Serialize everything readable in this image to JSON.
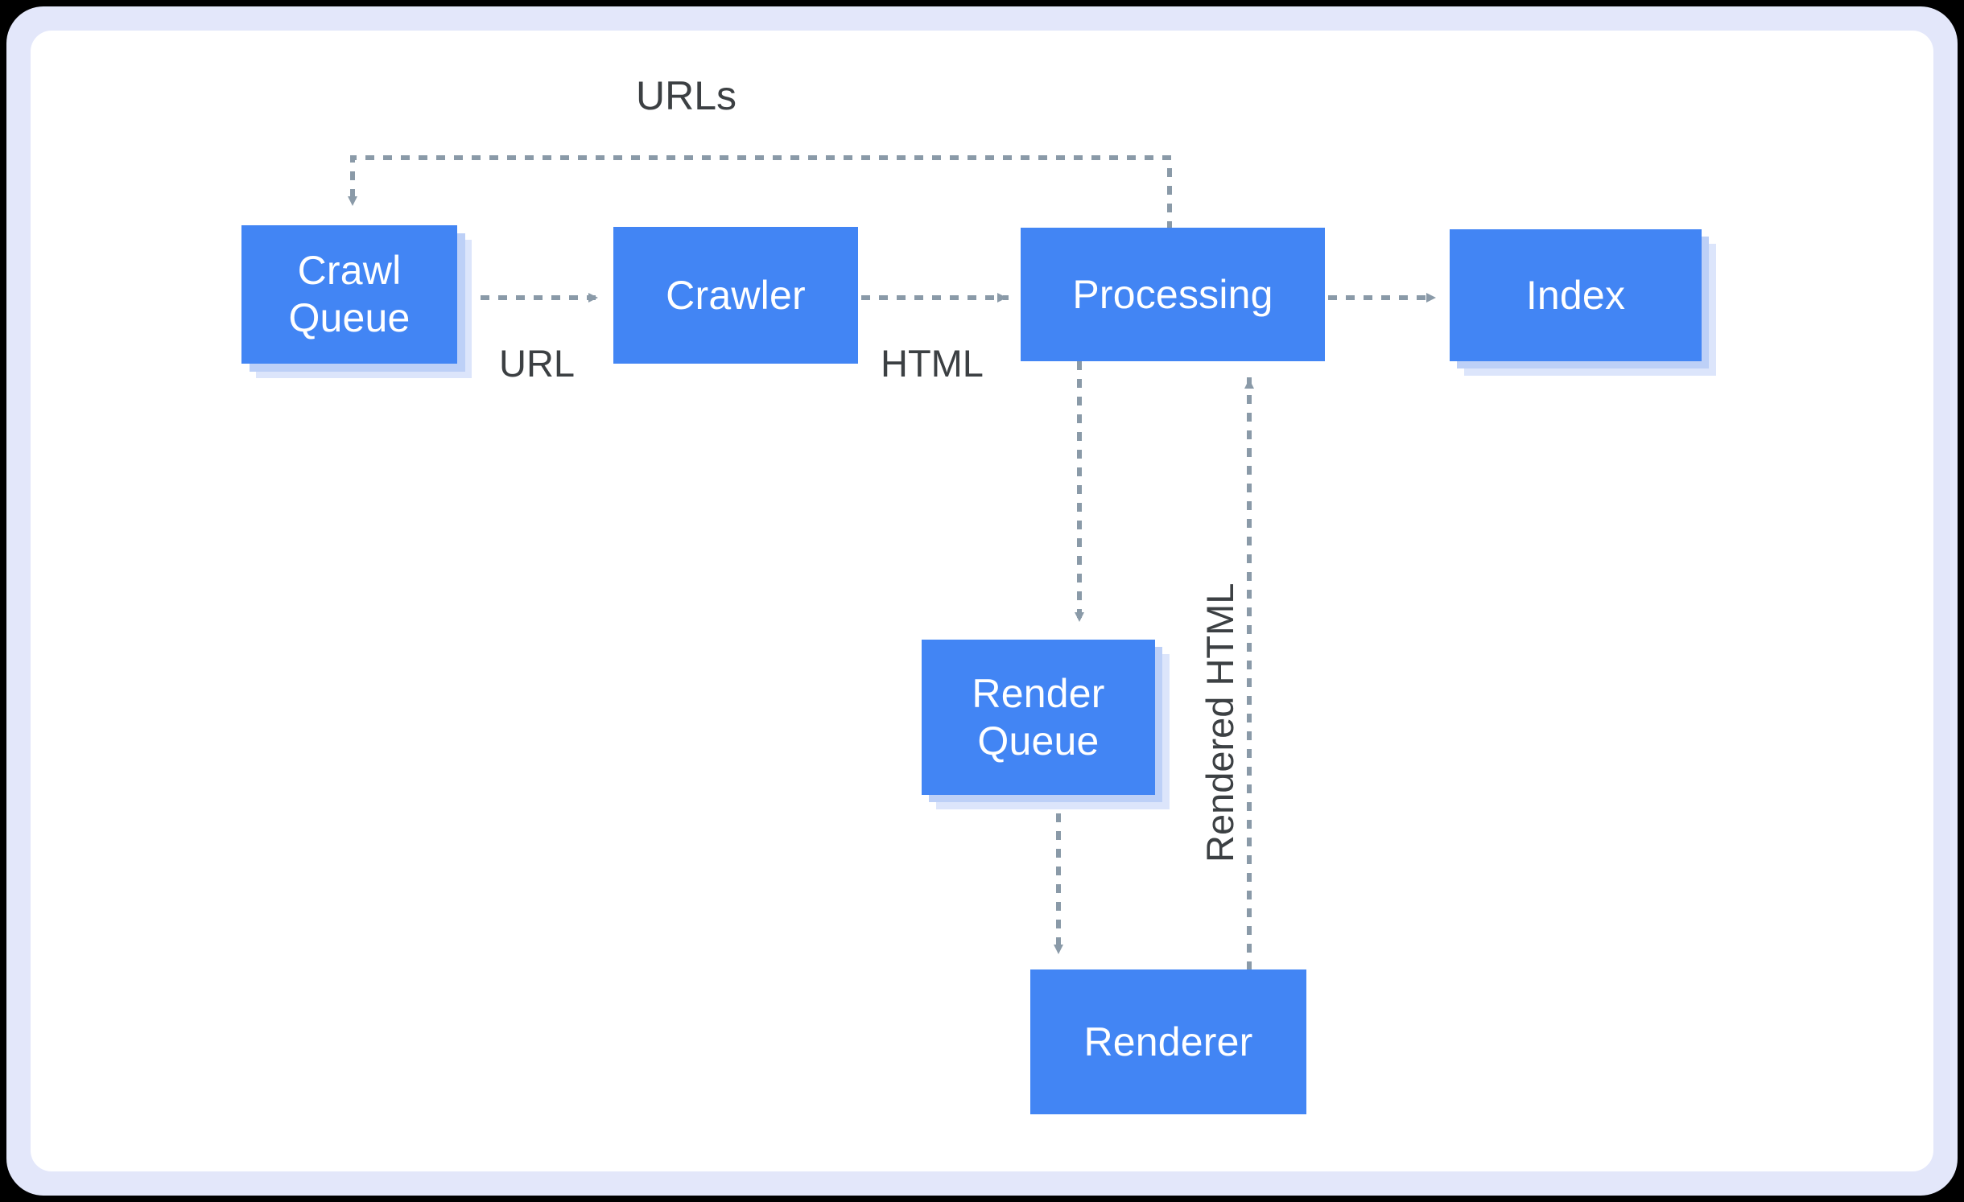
{
  "diagram": {
    "title_label": "URLs",
    "colors": {
      "node_fill": "#4285F4",
      "node_text": "#FFFFFF",
      "shadow_strong": "#BDD0F7",
      "shadow_soft": "#DCE5FB",
      "edge": "#8A9AA8",
      "label_text": "#3C4043",
      "frame": "#E3E7FA",
      "canvas": "#FFFFFF"
    },
    "nodes": [
      {
        "id": "crawl-queue",
        "label_line1": "Crawl",
        "label_line2": "Queue",
        "label": "Crawl Queue",
        "stacked": true
      },
      {
        "id": "crawler",
        "label_line1": "Crawler",
        "label_line2": "",
        "label": "Crawler",
        "stacked": false
      },
      {
        "id": "processing",
        "label_line1": "Processing",
        "label_line2": "",
        "label": "Processing",
        "stacked": false
      },
      {
        "id": "index",
        "label_line1": "Index",
        "label_line2": "",
        "label": "Index",
        "stacked": true
      },
      {
        "id": "render-queue",
        "label_line1": "Render",
        "label_line2": "Queue",
        "label": "Render Queue",
        "stacked": true
      },
      {
        "id": "renderer",
        "label_line1": "Renderer",
        "label_line2": "",
        "label": "Renderer",
        "stacked": false
      }
    ],
    "edges": [
      {
        "id": "crawlqueue-to-crawler",
        "from": "crawl-queue",
        "to": "crawler",
        "label": "URL"
      },
      {
        "id": "crawler-to-processing",
        "from": "crawler",
        "to": "processing",
        "label": "HTML"
      },
      {
        "id": "processing-to-index",
        "from": "processing",
        "to": "index",
        "label": ""
      },
      {
        "id": "processing-to-crawlqueue",
        "from": "processing",
        "to": "crawl-queue",
        "label": "URLs"
      },
      {
        "id": "processing-to-renderqueue",
        "from": "processing",
        "to": "render-queue",
        "label": ""
      },
      {
        "id": "renderqueue-to-renderer",
        "from": "render-queue",
        "to": "renderer",
        "label": ""
      },
      {
        "id": "renderer-to-processing",
        "from": "renderer",
        "to": "processing",
        "label": "Rendered HTML"
      }
    ],
    "labels": {
      "url": "URL",
      "html": "HTML",
      "urls": "URLs",
      "rendered_html": "Rendered HTML"
    }
  }
}
